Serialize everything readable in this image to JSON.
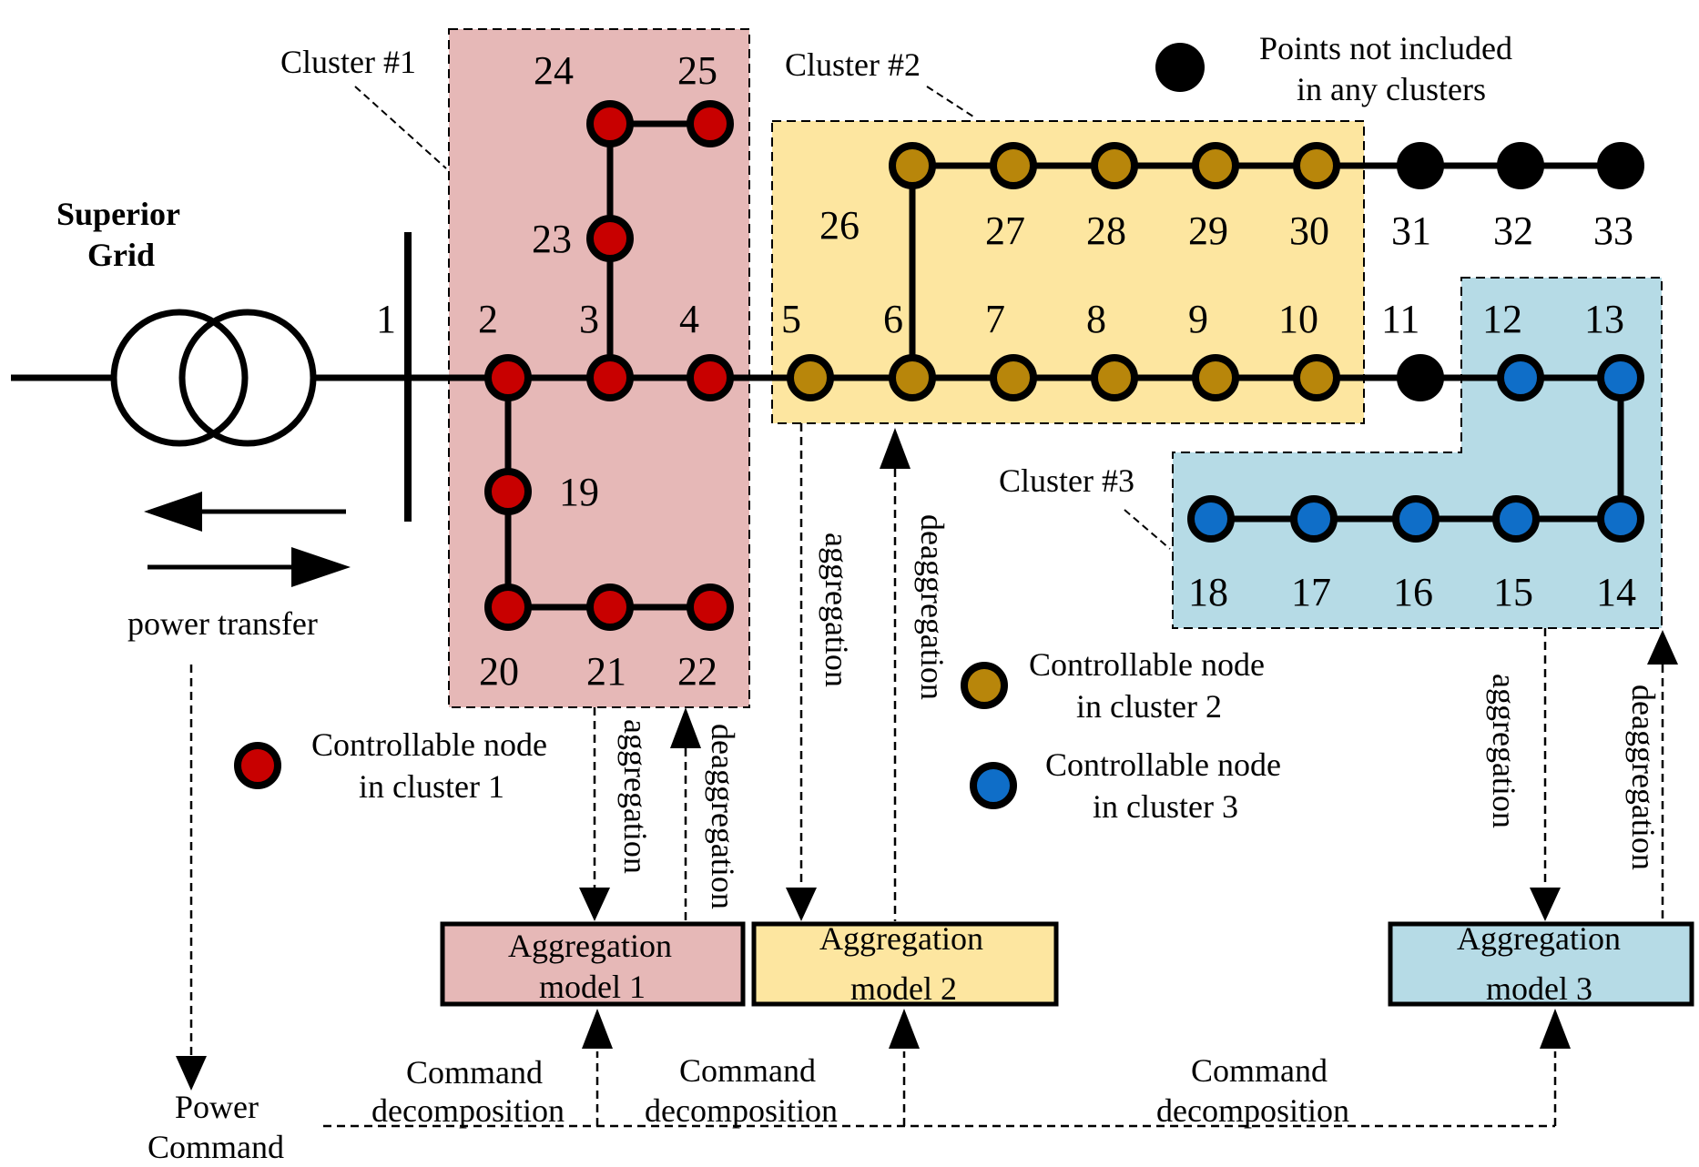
{
  "colors": {
    "cluster1_fill": "#e6b8b7",
    "cluster2_fill": "#fde6a0",
    "cluster3_fill": "#b6dbe6",
    "node1": "#c80000",
    "node2": "#b8860b",
    "node3": "#0f6ec8",
    "node_none": "#000000",
    "line": "#000000"
  },
  "grid": {
    "label_line1": "Superior",
    "label_line2": "Grid",
    "power_transfer": "power transfer",
    "bus_label": "1"
  },
  "clusters": {
    "c1": "Cluster #1",
    "c2": "Cluster #2",
    "c3": "Cluster #3"
  },
  "nodes": {
    "n2": "2",
    "n3": "3",
    "n4": "4",
    "n5": "5",
    "n6": "6",
    "n7": "7",
    "n8": "8",
    "n9": "9",
    "n10": "10",
    "n11": "11",
    "n12": "12",
    "n13": "13",
    "n14": "14",
    "n15": "15",
    "n16": "16",
    "n17": "17",
    "n18": "18",
    "n19": "19",
    "n20": "20",
    "n21": "21",
    "n22": "22",
    "n23": "23",
    "n24": "24",
    "n25": "25",
    "n26": "26",
    "n27": "27",
    "n28": "28",
    "n29": "29",
    "n30": "30",
    "n31": "31",
    "n32": "32",
    "n33": "33"
  },
  "legend": {
    "none_l1": "Points not included",
    "none_l2": "in any clusters",
    "c1_l1": "Controllable node",
    "c1_l2": "in cluster 1",
    "c2_l1": "Controllable node",
    "c2_l2": "in cluster 2",
    "c3_l1": "Controllable node",
    "c3_l2": "in cluster 3"
  },
  "flows": {
    "aggregation": "aggregation",
    "deaggregation": "deaggregation"
  },
  "models": {
    "m1_l1": "Aggregation",
    "m1_l2": "model 1",
    "m2_l1": "Aggregation",
    "m2_l2": "model 2",
    "m3_l1": "Aggregation",
    "m3_l2": "model 3"
  },
  "command": {
    "power_l1": "Power",
    "power_l2": "Command",
    "decomp_l1": "Command",
    "decomp_l2": "decomposition"
  }
}
